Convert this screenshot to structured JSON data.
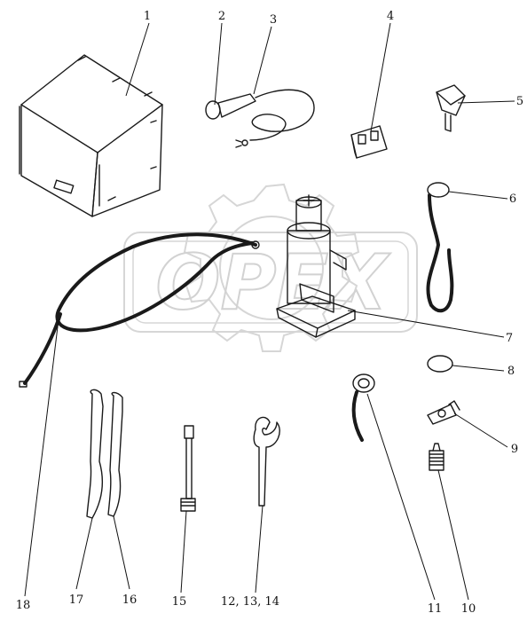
{
  "watermark": {
    "text": "OPEX"
  },
  "callouts": [
    {
      "id": "c1",
      "label": "1"
    },
    {
      "id": "c2",
      "label": "2"
    },
    {
      "id": "c3",
      "label": "3"
    },
    {
      "id": "c4",
      "label": "4"
    },
    {
      "id": "c5",
      "label": "5"
    },
    {
      "id": "c6",
      "label": "6"
    },
    {
      "id": "c7",
      "label": "7"
    },
    {
      "id": "c8",
      "label": "8"
    },
    {
      "id": "c9",
      "label": "9"
    },
    {
      "id": "c10",
      "label": "10"
    },
    {
      "id": "c11",
      "label": "11"
    },
    {
      "id": "c12",
      "label": "12, 13, 14"
    },
    {
      "id": "c15",
      "label": "15"
    },
    {
      "id": "c16",
      "label": "16"
    },
    {
      "id": "c17",
      "label": "17"
    },
    {
      "id": "c18",
      "label": "18"
    }
  ]
}
